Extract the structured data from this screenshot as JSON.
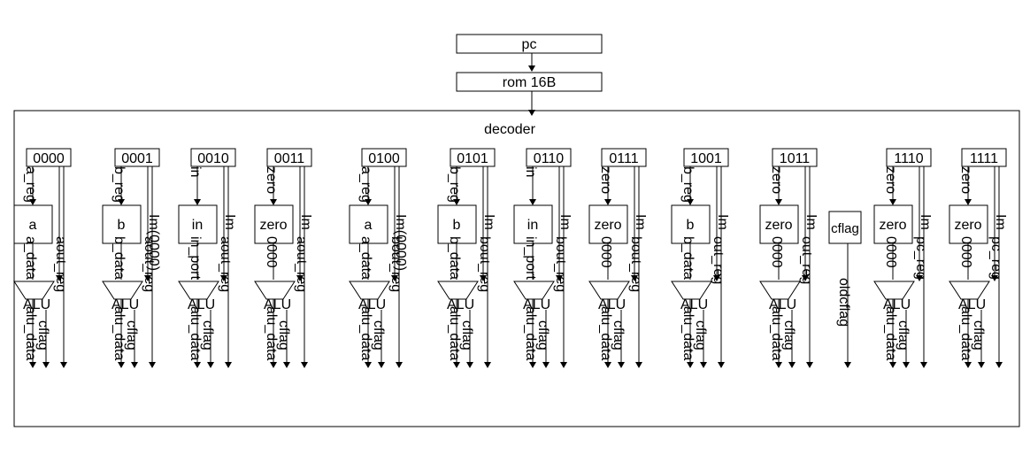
{
  "top": {
    "pc": "pc",
    "rom": "rom 16B",
    "decoder": "decoder"
  },
  "columns": [
    {
      "code": "0000",
      "src": "a",
      "sel": "a_reg",
      "data": "a_data",
      "in": "",
      "out": "aout_reg",
      "alu": "ALU",
      "cflag": "cflag",
      "alu_data": "alu_data"
    },
    {
      "code": "0001",
      "src": "b",
      "sel": "b_reg",
      "data": "b_data",
      "in": "Im(0000)",
      "out": "aout_reg",
      "alu": "ALU",
      "cflag": "cflag",
      "alu_data": "alu_data"
    },
    {
      "code": "0010",
      "src": "in",
      "sel": "in",
      "data": "in_port",
      "in": "Im",
      "out": "aout_reg",
      "alu": "ALU",
      "cflag": "cflag",
      "alu_data": "alu_data"
    },
    {
      "code": "0011",
      "src": "zero",
      "sel": "zero",
      "data": "0000",
      "in": "Im",
      "out": "aout_reg",
      "alu": "ALU",
      "cflag": "cflag",
      "alu_data": "alu_data"
    },
    {
      "code": "0100",
      "src": "a",
      "sel": "a_reg",
      "data": "a_data",
      "in": "Im(0000)",
      "out": "bout_reg",
      "alu": "ALU",
      "cflag": "cflag",
      "alu_data": "alu_data"
    },
    {
      "code": "0101",
      "src": "b",
      "sel": "b_reg",
      "data": "b_data",
      "in": "Im",
      "out": "bout_reg",
      "alu": "ALU",
      "cflag": "cflag",
      "alu_data": "alu_data"
    },
    {
      "code": "0110",
      "src": "in",
      "sel": "in",
      "data": "in_port",
      "in": "Im",
      "out": "bout_reg",
      "alu": "ALU",
      "cflag": "cflag",
      "alu_data": "alu_data"
    },
    {
      "code": "0111",
      "src": "zero",
      "sel": "zero",
      "data": "0000",
      "in": "Im",
      "out": "bout_reg",
      "alu": "ALU",
      "cflag": "cflag",
      "alu_data": "alu_data"
    },
    {
      "code": "1001",
      "src": "b",
      "sel": "b_reg",
      "data": "b_data",
      "in": "Im",
      "out": "out_reg",
      "alu": "ALU",
      "cflag": "cflag",
      "alu_data": "alu_data"
    },
    {
      "code": "1011",
      "src": "zero",
      "sel": "zero",
      "data": "0000",
      "in": "Im",
      "out": "out_reg",
      "alu": "ALU",
      "cflag": "cflag",
      "alu_data": "alu_data"
    },
    {
      "code": "",
      "src": "cflag",
      "sel": "",
      "data": "",
      "in": "",
      "out": "oldcflag",
      "alu": "",
      "cflag": "",
      "alu_data": ""
    },
    {
      "code": "1110",
      "src": "zero",
      "sel": "zero",
      "data": "0000",
      "in": "Im",
      "out": "pc_reg",
      "alu": "ALU",
      "cflag": "cflag",
      "alu_data": "alu_data"
    },
    {
      "code": "1111",
      "src": "zero",
      "sel": "zero",
      "data": "0000",
      "in": "Im",
      "out": "pc_reg",
      "alu": "ALU",
      "cflag": "cflag",
      "alu_data": "alu_data"
    }
  ]
}
